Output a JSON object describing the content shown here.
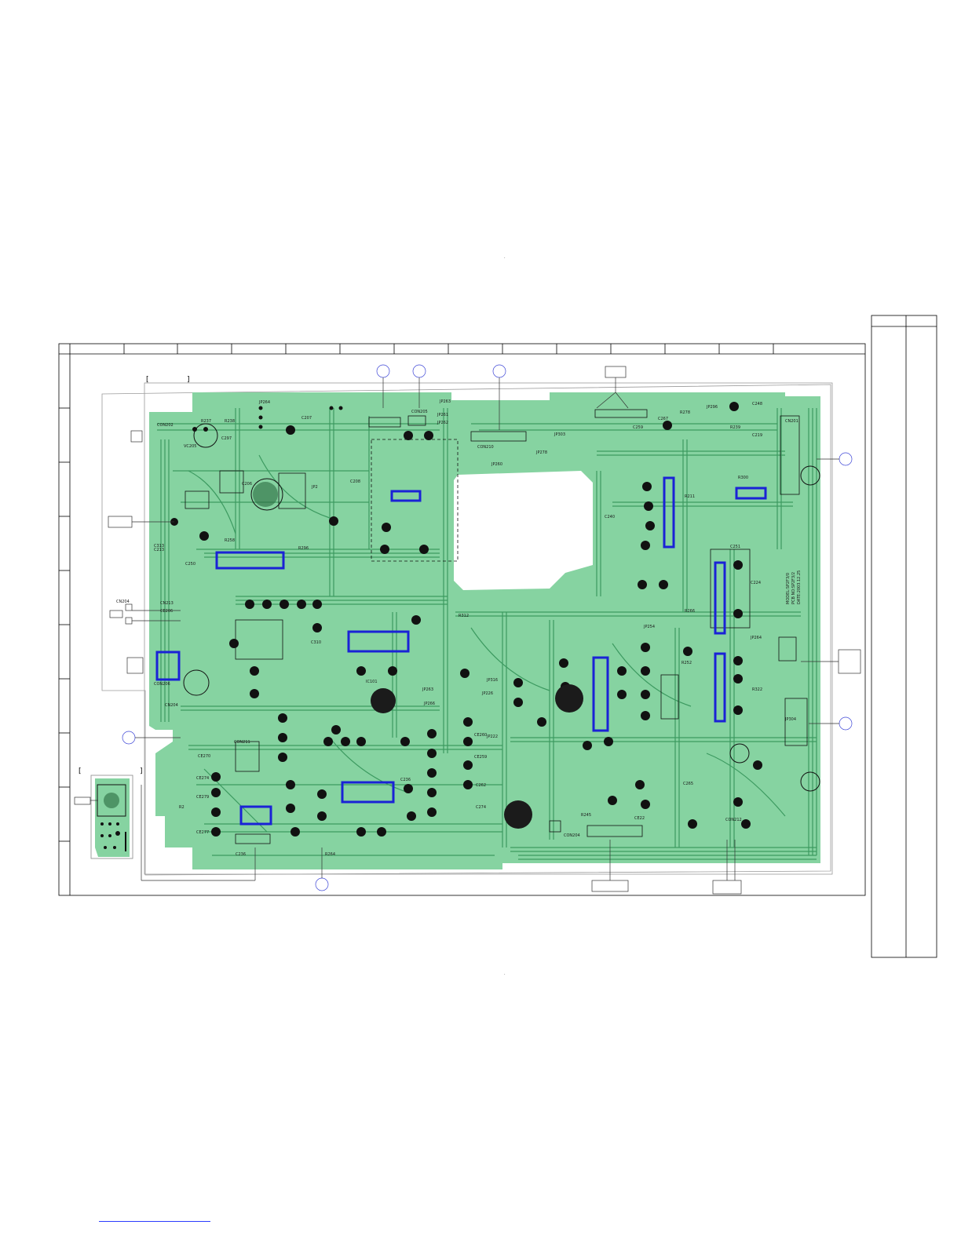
{
  "board": {
    "colors": {
      "board": "#86d3a1",
      "trace": "#2f8f55",
      "component": "#111111",
      "highlight": "#1a22d6"
    },
    "silkscreen": {
      "top_labels": [
        "CON202",
        "R237",
        "R238",
        "VC205",
        "C297",
        "C206",
        "C207",
        "CON205",
        "C208",
        "JP2",
        "JP264",
        "JP263",
        "JP261",
        "JP262",
        "CON210",
        "JP278",
        "JP260",
        "C259",
        "R278",
        "C267",
        "C248",
        "R239",
        "C219",
        "CN201",
        "JP296",
        "JP303"
      ],
      "mid_labels": [
        "C213",
        "C250",
        "R258",
        "R296",
        "IC101",
        "C310",
        "R312",
        "JP263",
        "JP316",
        "C240",
        "R211",
        "R266",
        "JP254",
        "R252",
        "C224",
        "R300",
        "JP264",
        "R322",
        "C251"
      ],
      "lower_labels": [
        "CON211",
        "CE270",
        "CE274",
        "R2",
        "CE279",
        "CE277",
        "C236",
        "CN204",
        "JP222",
        "CE260",
        "CE259",
        "C274",
        "JP266",
        "C262",
        "JP226",
        "CON204",
        "R245",
        "CE22",
        "CON212",
        "C265",
        "C236",
        "R264",
        "JP304"
      ],
      "date_stamp": [
        "MODEL:SP2F3/0",
        "PCB NO:SP2F3/2",
        "DATE:2003.12.25"
      ],
      "corner_label": "CON206",
      "left_labels": [
        "CN204",
        "CN213",
        "C313",
        "CE206"
      ]
    }
  }
}
